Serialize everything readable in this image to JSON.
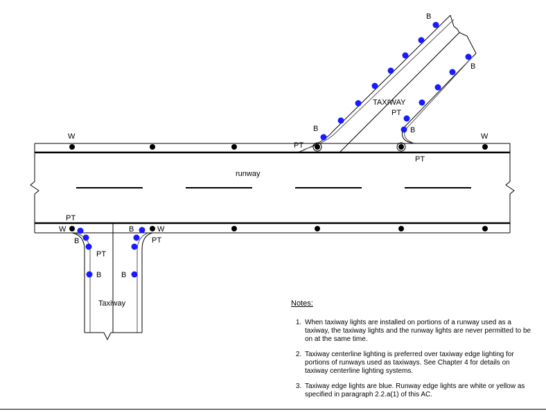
{
  "labels": {
    "runway": "runway",
    "taxiway_upper": "TAXIWAY",
    "taxiway_lower": "Taxiway",
    "w": "W",
    "b": "B",
    "pt": "PT"
  },
  "colors": {
    "runway_light": "#000000",
    "taxiway_light": "#1a1aff",
    "line": "#000000",
    "taxiway_edge": "#444444"
  },
  "notes": {
    "title": "Notes:",
    "items": [
      "When taxiway lights are installed on portions of a runway used as a taxiway, the taxiway lights and the runway lights are never permitted to be on at the same time.",
      "Taxiway centerline lighting is preferred over taxiway edge lighting for portions of runways used as taxiways.  See Chapter 4 for details on taxiway centerline lighting systems.",
      "Taxiway edge lights are blue.  Runway edge lights are white or yellow as specified in paragraph 2.2.a(1) of this AC."
    ]
  }
}
